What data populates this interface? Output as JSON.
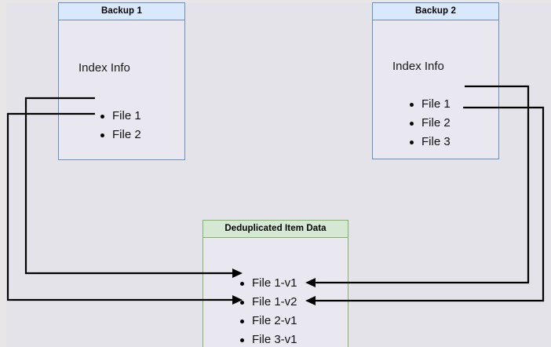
{
  "diagram": {
    "title_hidden": "Backup deduplication index mapping",
    "background_color": "#e4e3ea",
    "blue_fill": "#dae8fc",
    "blue_stroke": "#6c8ebf",
    "green_fill": "#d5e8d4",
    "green_stroke": "#82b366",
    "body_fill": "#e9e8f0",
    "edge_color": "#000000"
  },
  "backup1": {
    "header": "Backup 1",
    "index_label": "Index Info",
    "files": [
      {
        "label": "File 1"
      },
      {
        "label": "File 2"
      }
    ]
  },
  "backup2": {
    "header": "Backup 2",
    "index_label": "Index Info",
    "files": [
      {
        "label": "File 1"
      },
      {
        "label": "File 2"
      },
      {
        "label": "File 3"
      }
    ]
  },
  "dedup": {
    "header": "Deduplicated Item Data",
    "items": [
      {
        "label": "File 1-v1"
      },
      {
        "label": "File 1-v2"
      },
      {
        "label": "File 2-v1"
      },
      {
        "label": "File 3-v1"
      }
    ]
  },
  "connections": [
    {
      "from": "backup1.File 1",
      "to": "dedup.File 1-v1",
      "direction": "right"
    },
    {
      "from": "backup1.File 2",
      "to": "dedup.File 2-v1",
      "direction": "right"
    },
    {
      "from": "backup2.File 1",
      "to": "dedup.File 1-v2",
      "direction": "left"
    },
    {
      "from": "backup2.File 2",
      "to": "dedup.File 2-v1",
      "direction": "left"
    }
  ]
}
